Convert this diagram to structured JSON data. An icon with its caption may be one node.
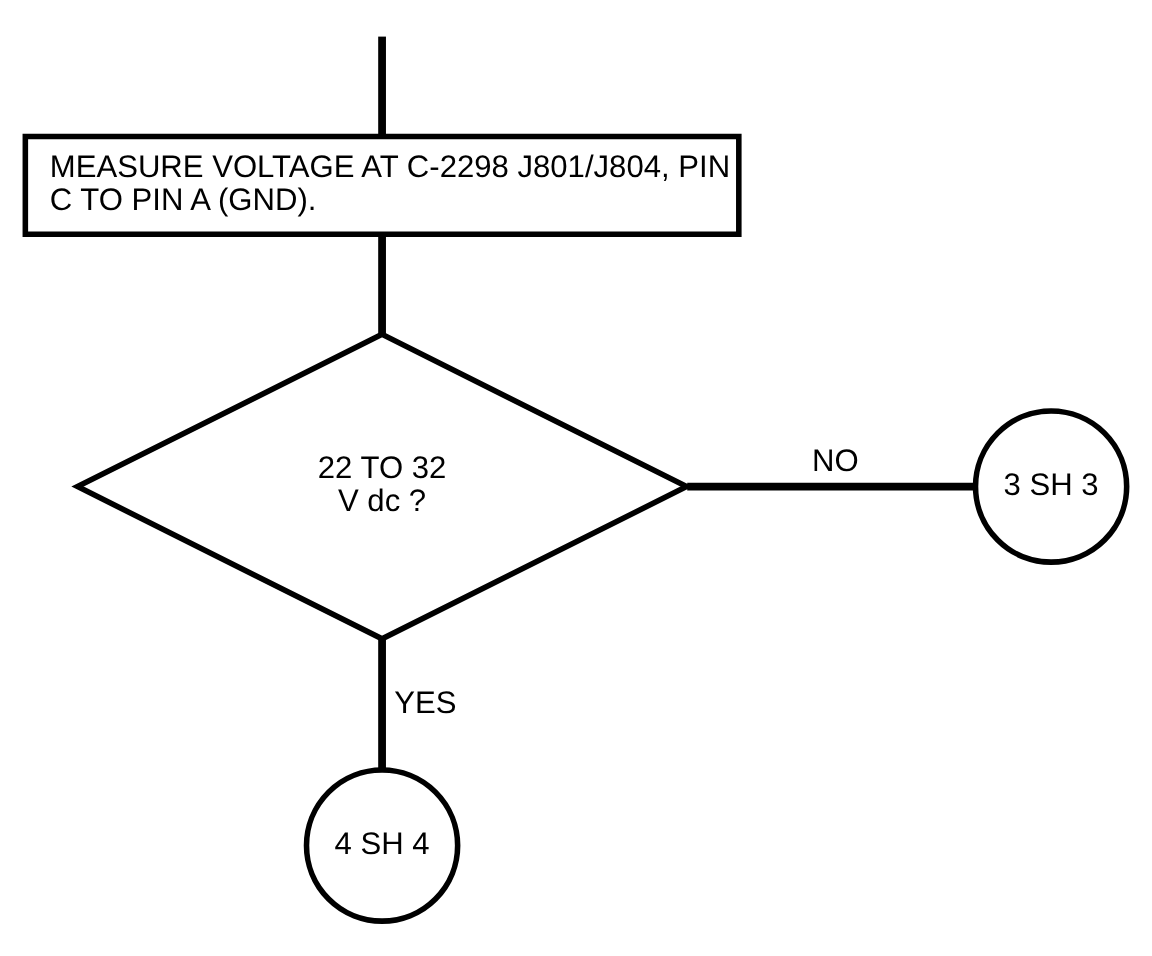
{
  "diagram": {
    "nodes": [
      {
        "text": [
          "MEASURE VOLTAGE AT C-2298 J801/J804, PIN C TO PIN A (GND)."
        ]
      },
      {
        "text": [
          "22 TO 32 V dc ?"
        ]
      },
      {
        "text": [
          "3 SH 3"
        ]
      },
      {
        "text": [
          "4 SH 4"
        ]
      }
    ],
    "edges": [
      {
        "from": null,
        "to": 0,
        "arrow": "none"
      },
      {
        "from": 0,
        "to": 1,
        "arrow": "none"
      },
      {
        "from": 1,
        "to": 2,
        "label": "NO",
        "arrow": "none"
      },
      {
        "from": 1,
        "to": 3,
        "label": "YES",
        "arrow": "none"
      }
    ]
  }
}
